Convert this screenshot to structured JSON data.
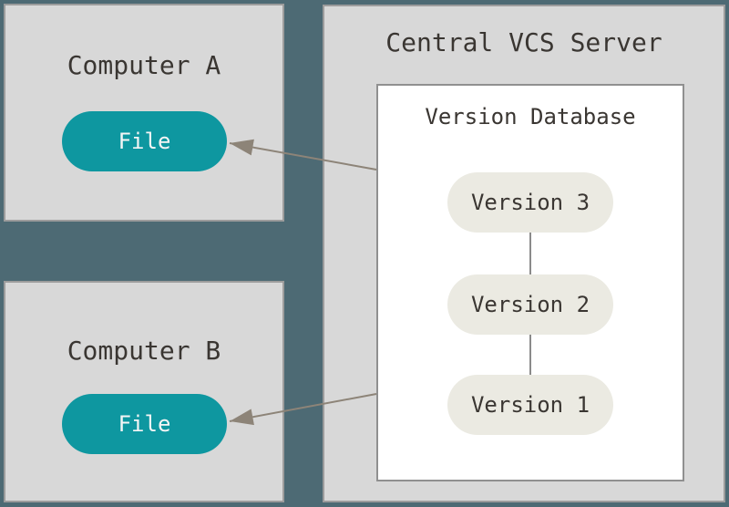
{
  "diagram": {
    "computers": [
      {
        "title": "Computer A",
        "file_label": "File"
      },
      {
        "title": "Computer B",
        "file_label": "File"
      }
    ],
    "server": {
      "title": "Central VCS Server",
      "database": {
        "title": "Version Database",
        "versions": [
          "Version 3",
          "Version 2",
          "Version 1"
        ]
      }
    },
    "colors": {
      "background": "#4d6a74",
      "panel_fill": "#d8d8d8",
      "panel_border": "#9c9c9c",
      "file_pill": "#0e97a0",
      "file_text": "#f5f5f5",
      "version_pill": "#ebeae2",
      "text_dark": "#3a3632",
      "database_fill": "#ffffff",
      "database_border": "#909090",
      "connector_line": "#8a8a8a",
      "arrow": "#8d8478"
    }
  }
}
